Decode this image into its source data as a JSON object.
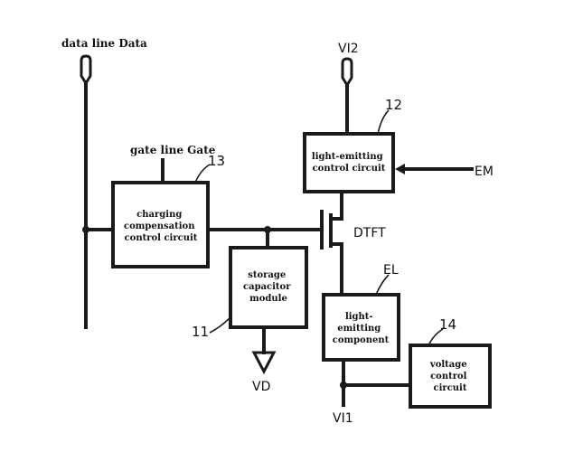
{
  "labels": {
    "data_line": "data line Data",
    "gate_line": "gate line Gate",
    "vi2": "VI2",
    "vi1": "VI1",
    "vd": "VD",
    "em": "EM",
    "dtft": "DTFT",
    "el": "EL"
  },
  "blocks": {
    "charging": {
      "lines": [
        "charging",
        "compensation",
        "control circuit"
      ],
      "ref": "13"
    },
    "storage": {
      "lines": [
        "storage",
        "capacitor",
        "module"
      ],
      "ref": "11"
    },
    "light_control": {
      "lines": [
        "light-emitting",
        "control circuit"
      ],
      "ref": "12"
    },
    "light_component": {
      "lines": [
        "light-",
        "emitting",
        "component"
      ]
    },
    "voltage": {
      "lines": [
        "voltage",
        "control",
        "circuit"
      ],
      "ref": "14"
    }
  }
}
